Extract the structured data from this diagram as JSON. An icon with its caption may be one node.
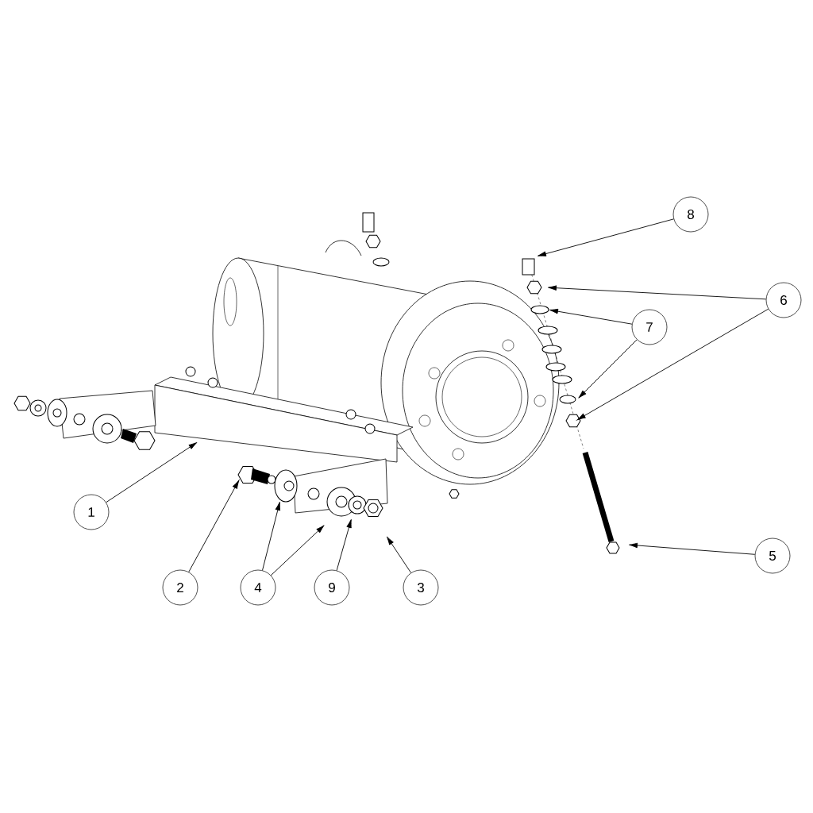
{
  "diagram": {
    "nodes": [
      {
        "text": [
          "8"
        ]
      },
      {
        "text": [
          "6"
        ]
      },
      {
        "text": [
          "7"
        ]
      },
      {
        "text": [
          "1"
        ]
      },
      {
        "text": [
          "5"
        ]
      },
      {
        "text": [
          "2"
        ]
      },
      {
        "text": [
          "4"
        ]
      },
      {
        "text": [
          "9"
        ]
      },
      {
        "text": [
          "3"
        ]
      }
    ],
    "edges": [
      {
        "from": 0,
        "to": null,
        "arrow": "to"
      },
      {
        "from": 1,
        "to": null,
        "arrow": "to"
      },
      {
        "from": 1,
        "to": null,
        "arrow": "to"
      },
      {
        "from": 2,
        "to": null,
        "arrow": "to"
      },
      {
        "from": 2,
        "to": null,
        "arrow": "to"
      },
      {
        "from": 3,
        "to": null,
        "arrow": "to"
      },
      {
        "from": 4,
        "to": null,
        "arrow": "to"
      },
      {
        "from": 5,
        "to": null,
        "arrow": "to"
      },
      {
        "from": 6,
        "to": null,
        "arrow": "to"
      },
      {
        "from": 6,
        "to": null,
        "arrow": "to"
      },
      {
        "from": 7,
        "to": null,
        "arrow": "to"
      },
      {
        "from": 8,
        "to": null,
        "arrow": "to"
      }
    ]
  }
}
